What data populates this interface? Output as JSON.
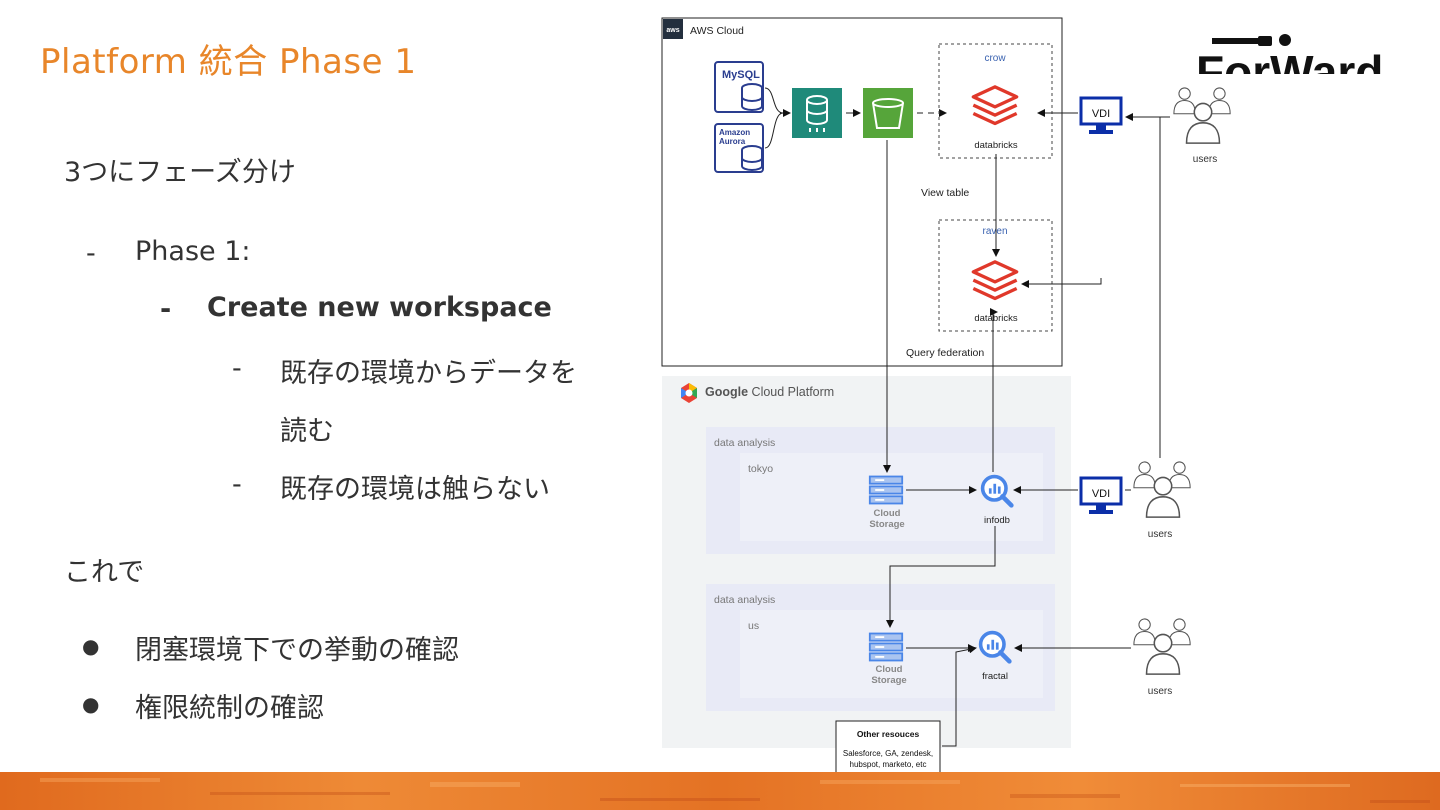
{
  "slide": {
    "title": "Platform 統合 Phase 1",
    "intro": "3つにフェーズ分け",
    "outline": {
      "marker_l1": "-",
      "phase": "Phase 1:",
      "marker_l2": "-",
      "task": "Create new workspace",
      "marker_l3a": "-",
      "sub1_line1": "既存の環境からデータを",
      "sub1_line2": "読む",
      "marker_l3b": "-",
      "sub2": "既存の環境は触らない"
    },
    "conclusion": "これで",
    "goals": [
      {
        "marker": "●",
        "text": "閉塞環境下での挙動の確認"
      },
      {
        "marker": "●",
        "text": "権限統制の確認"
      }
    ]
  },
  "logo": {
    "text": "ForWard"
  },
  "diagram": {
    "aws": {
      "badge": "aws",
      "title": "AWS Cloud",
      "mysql": "MySQL",
      "aurora_line1": "Amazon",
      "aurora_line2": "Aurora",
      "crow_label": "crow",
      "crow_product": "databricks",
      "raven_label": "raven",
      "raven_product": "databricks",
      "view_table": "View table",
      "query_federation": "Query federation",
      "vdi": "VDI",
      "users": "users"
    },
    "gcp": {
      "title_bold": "Google",
      "title_rest": " Cloud Platform",
      "zone1_label": "data analysis",
      "zone1_region": "tokyo",
      "zone1_storage_line1": "Cloud",
      "zone1_storage_line2": "Storage",
      "zone1_bq": "infodb",
      "zone1_vdi": "VDI",
      "zone1_users": "users",
      "zone2_label": "data analysis",
      "zone2_region": "us",
      "zone2_storage_line1": "Cloud",
      "zone2_storage_line2": "Storage",
      "zone2_bq": "fractal",
      "zone2_users": "users"
    },
    "other": {
      "title": "Other resouces",
      "line1": "Salesforce, GA, zendesk,",
      "line2": "hubspot, marketo, etc"
    }
  },
  "colors": {
    "title_orange": "#e8862a",
    "databricks_red": "#e0382a",
    "rds_teal": "#1f8a7a",
    "s3_green": "#56a53a",
    "aurora_navy": "#2a3d8f",
    "vdi_blue": "#0b2ea8",
    "gcp_blue": "#4a86e8",
    "footer_orange": "#e8782a"
  }
}
